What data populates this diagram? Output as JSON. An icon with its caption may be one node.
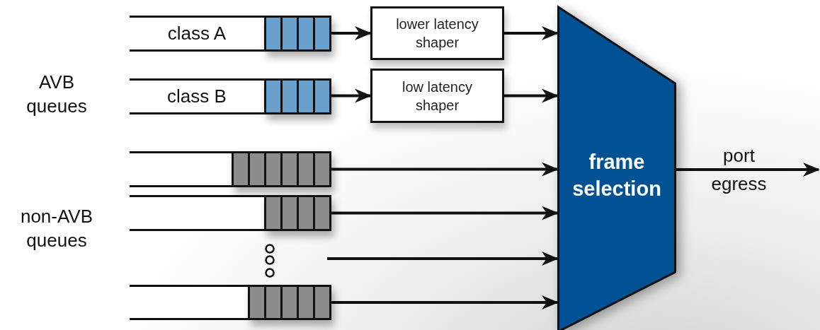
{
  "diagram": {
    "nodes": [
      {
        "text": [
          "class A"
        ]
      },
      {
        "text": [
          "lower latency shaper"
        ]
      },
      {
        "text": [
          "class B"
        ]
      },
      {
        "text": [
          "low latency shaper"
        ]
      },
      {
        "text": [
          "frame selection"
        ]
      },
      {
        "text": [],
        "shape": "box"
      },
      {
        "text": [],
        "shape": "box"
      },
      {
        "text": [],
        "shape": "box"
      }
    ],
    "edges": [
      {
        "from": 0,
        "to": 1,
        "arrow": "to"
      },
      {
        "from": 1,
        "to": 4,
        "arrow": "to"
      },
      {
        "from": 2,
        "to": 3,
        "arrow": "to"
      },
      {
        "from": 3,
        "to": 4,
        "arrow": "to"
      },
      {
        "from": 5,
        "to": 4,
        "arrow": "to"
      },
      {
        "from": 6,
        "to": 4,
        "arrow": "to"
      },
      {
        "from": null,
        "to": 4,
        "arrow": "to"
      },
      {
        "from": 7,
        "to": 4,
        "arrow": "to"
      },
      {
        "from": 4,
        "to": null,
        "arrow": "to",
        "label": "port egress"
      }
    ],
    "labels": [
      "AVB queues",
      "non-AVB queues"
    ]
  }
}
